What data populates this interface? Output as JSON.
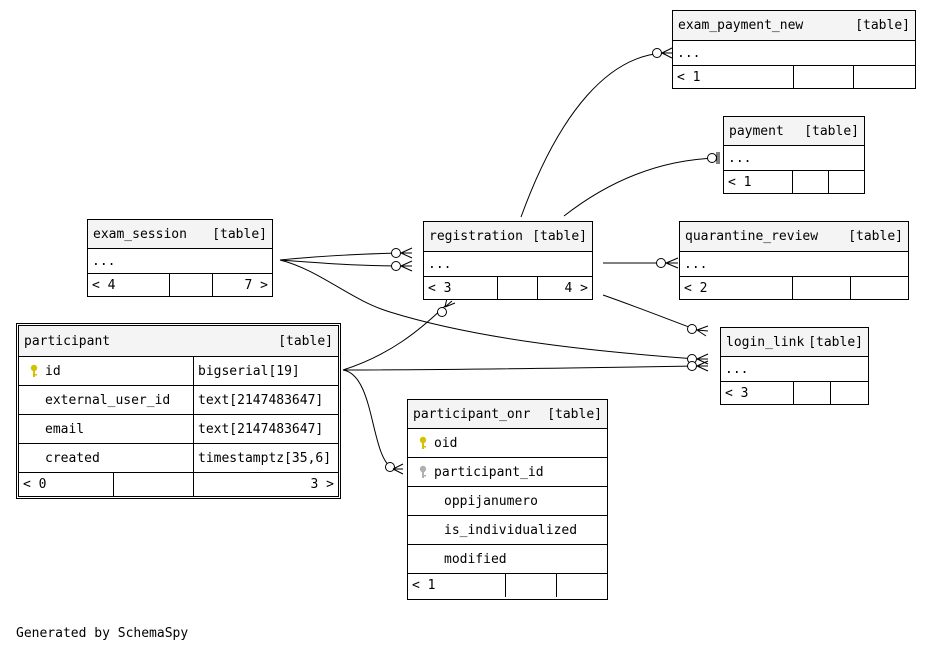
{
  "footer": "Generated by SchemaSpy",
  "tables": {
    "exam_payment_new": {
      "name": "exam_payment_new",
      "type": "[table]",
      "body": "...",
      "f1": "< 1",
      "f2": "",
      "f3": ""
    },
    "payment": {
      "name": "payment",
      "type": "[table]",
      "body": "...",
      "f1": "< 1",
      "f2": "",
      "f3": ""
    },
    "exam_session": {
      "name": "exam_session",
      "type": "[table]",
      "body": "...",
      "f1": "< 4",
      "f2": "",
      "f3": "7 >"
    },
    "registration": {
      "name": "registration",
      "type": "[table]",
      "body": "...",
      "f1": "< 3",
      "f2": "",
      "f3": "4 >"
    },
    "quarantine_review": {
      "name": "quarantine_review",
      "type": "[table]",
      "body": "...",
      "f1": "< 2",
      "f2": "",
      "f3": ""
    },
    "login_link": {
      "name": "login_link",
      "type": "[table]",
      "body": "...",
      "f1": "< 3",
      "f2": "",
      "f3": ""
    },
    "participant": {
      "name": "participant",
      "type": "[table]",
      "columns": [
        {
          "name": "id",
          "type": "bigserial[19]"
        },
        {
          "name": "external_user_id",
          "type": "text[2147483647]"
        },
        {
          "name": "email",
          "type": "text[2147483647]"
        },
        {
          "name": "created",
          "type": "timestamptz[35,6]"
        }
      ],
      "f1": "< 0",
      "f2": "",
      "f3": "3 >"
    },
    "participant_onr": {
      "name": "participant_onr",
      "type": "[table]",
      "columns": [
        "oid",
        "participant_id",
        "oppijanumero",
        "is_individualized",
        "modified"
      ],
      "f1": "< 1",
      "f2": "",
      "f3": ""
    }
  },
  "colors": {
    "primary_key": "#d4c200",
    "foreign_key": "#b0b0b0",
    "header_bg": "#f4f4f4"
  },
  "icons": {
    "primary_key": "key-icon",
    "foreign_key": "key-icon"
  }
}
